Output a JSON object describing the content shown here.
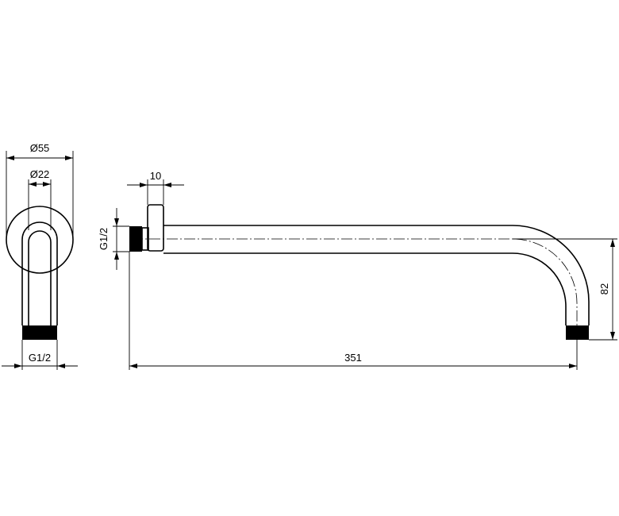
{
  "dimensions": {
    "outer_diameter": "Ø55",
    "inner_diameter": "Ø22",
    "thread_side": "G1/2",
    "flange_thickness": "10",
    "inlet_thread": "G1/2",
    "length": "351",
    "drop": "82"
  }
}
